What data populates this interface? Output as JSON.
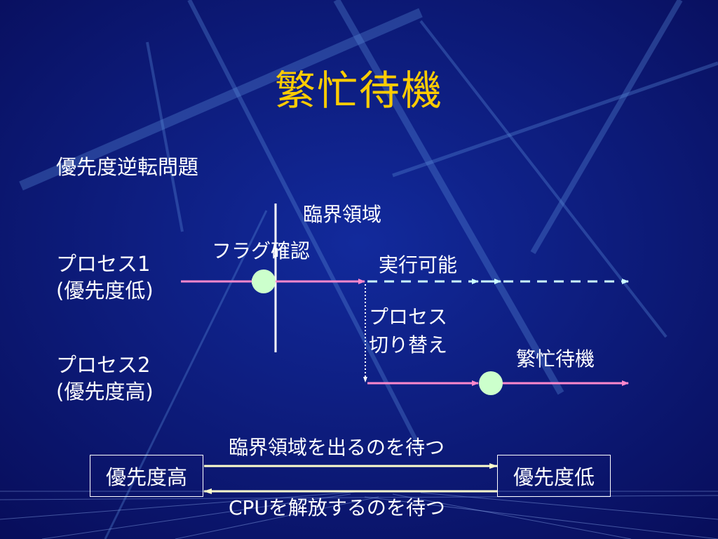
{
  "slide": {
    "title": "繁忙待機",
    "subtitle": "優先度逆転問題"
  },
  "process1": {
    "name": "プロセス1",
    "priority": "(優先度低)"
  },
  "process2": {
    "name": "プロセス2",
    "priority": "(優先度高)"
  },
  "annotations": {
    "critical_section": "臨界領域",
    "flag_check": "フラグ確認",
    "runnable": "実行可能",
    "switch_line1": "プロセス",
    "switch_line2": "切り替え",
    "busy_wait": "繁忙待機"
  },
  "bottom": {
    "box_high": "優先度高",
    "box_low": "優先度低",
    "wait_exit": "臨界領域を出るのを待つ",
    "wait_cpu": "CPUを解放するのを待つ"
  },
  "colors": {
    "background": "#0a0f6e",
    "title": "#ffcc00",
    "solid_arrow": "#ff88cc",
    "dashed_arrow": "#ccffff",
    "node": "#ccffcc",
    "bottom_arrow": "#ffffcc"
  }
}
